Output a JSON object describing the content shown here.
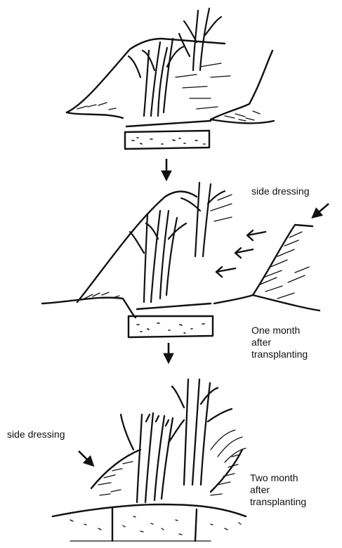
{
  "labels": {
    "side_dressing_1": "side dressing",
    "one_month": [
      "One month",
      "after",
      "transplanting"
    ],
    "side_dressing_2": "side dressing",
    "two_month": [
      "Two month",
      "after",
      "transplanting"
    ]
  },
  "colors": {
    "ink": "#111111",
    "paper": "#ffffff"
  }
}
